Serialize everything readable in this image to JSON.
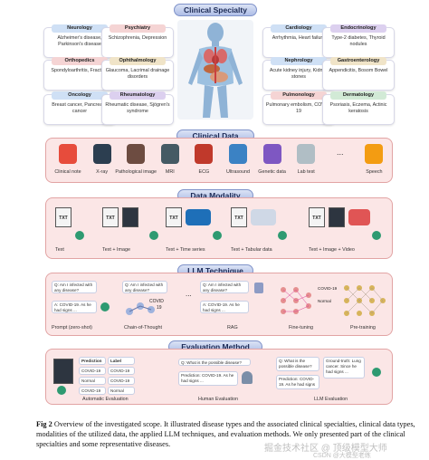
{
  "sections": {
    "clinical_specialty": "Clinical Specialty",
    "clinical_data": "Clinical Data",
    "data_modality": "Data Modality",
    "llm_technique": "LLM Technique",
    "evaluation_method": "Evaluation Method"
  },
  "specialties": [
    {
      "title": "Neurology",
      "desc": "Alzheimer's disease, Parkinson's disease",
      "color": "#cfe0f5"
    },
    {
      "title": "Psychiatry",
      "desc": "Schizophrenia, Depression",
      "color": "#f5d4d4"
    },
    {
      "title": "Orthopedics",
      "desc": "Spondyloarthritis, Fracture",
      "color": "#f5d4d4"
    },
    {
      "title": "Ophthalmology",
      "desc": "Glaucoma, Lacrimal drainage disorders",
      "color": "#f0e4c8"
    },
    {
      "title": "Oncology",
      "desc": "Breast cancer, Pancreatic cancer",
      "color": "#cfe0f5"
    },
    {
      "title": "Rheumatology",
      "desc": "Rheumatic disease, Sjögren's syndrome",
      "color": "#dcd0ef"
    },
    {
      "title": "Cardiology",
      "desc": "Arrhythmia, Heart failure",
      "color": "#cfe0f5"
    },
    {
      "title": "Endocrinology",
      "desc": "Type-2 diabetes, Thyroid nodules",
      "color": "#dcd0ef"
    },
    {
      "title": "Nephrology",
      "desc": "Acute kidney injury, Kidney stones",
      "color": "#cfe0f5"
    },
    {
      "title": "Gastroenterology",
      "desc": "Appendicitis, Bosom Bowel",
      "color": "#f0e4c8"
    },
    {
      "title": "Pulmonology",
      "desc": "Pulmonary embolism, COVID-19",
      "color": "#f5d4d4"
    },
    {
      "title": "Dermatology",
      "desc": "Psoriasis, Eczema, Actinic keratosis",
      "color": "#d2ead6"
    }
  ],
  "clinical_data_items": [
    "Clinical note",
    "X-ray",
    "Pathological image",
    "MRI",
    "ECG",
    "Ultrasound",
    "Genetic data",
    "Lab test",
    "...",
    "Speech"
  ],
  "modalities": [
    "Text",
    "Text + Image",
    "Text + Time series",
    "Text + Tabular data",
    "Text + Image + Video"
  ],
  "modality_doc_label": "TXT",
  "llm": {
    "zs_q": "Q: Am I infected with any disease?",
    "zs_a": "A: COVID-19. As he had signs ...",
    "zs_label": "Prompt (zero-shot)",
    "cot_q": "Q: Am I infected with any disease?",
    "cot_label": "Chain-of-Thought",
    "cot_covid": "COVID",
    "cot_num": "19",
    "rag_q": "Q: Am I infected with any disease?",
    "rag_a": "A: COVID-19. As he had signs ...",
    "rag_label": "RAG",
    "ft_label": "Fine-tuning",
    "ft_c1": "COVID-19",
    "ft_c2": "Normal",
    "pt_label": "Pre-training",
    "dots": "..."
  },
  "eval": {
    "auto_head_pred": "Prediction",
    "auto_head_label": "Label",
    "auto_rows": [
      [
        "COVID-19",
        "COVID-19"
      ],
      [
        "Normal",
        "COVID-19"
      ],
      [
        "COVID-19",
        "Normal"
      ]
    ],
    "auto_label": "Automatic Evaluation",
    "human_q": "Q: What is the possible disease?",
    "human_a": "Prediction: COVID-19. As he had signs ...",
    "human_label": "Human Evaluation",
    "llm_q": "Q: What is the possible disease?",
    "llm_a": "Prediction: COVID-19. As he had signs ...",
    "llm_gt": "Ground-truth: Lung cancer. Since he had signs ...",
    "llm_label": "LLM Evaluation"
  },
  "caption": {
    "fig": "Fig 2",
    "text": " Overview of the investigated scope. It illustrated disease types and the associated clinical specialties, clinical data types, modalities of the utilized data, the applied LLM techniques, and evaluation methods. We only presented part of the clinical specialties and some representative diseases."
  },
  "watermarks": {
    "wm1": "掘金技术社区 @ 顶级模型大师",
    "wm2": "CSDN @大模型老练"
  },
  "colors": {
    "panel_bg": "#fbe6e6",
    "panel_border": "#e2a4a4",
    "header": "#aebde6",
    "gpt": "#2e9a71"
  }
}
